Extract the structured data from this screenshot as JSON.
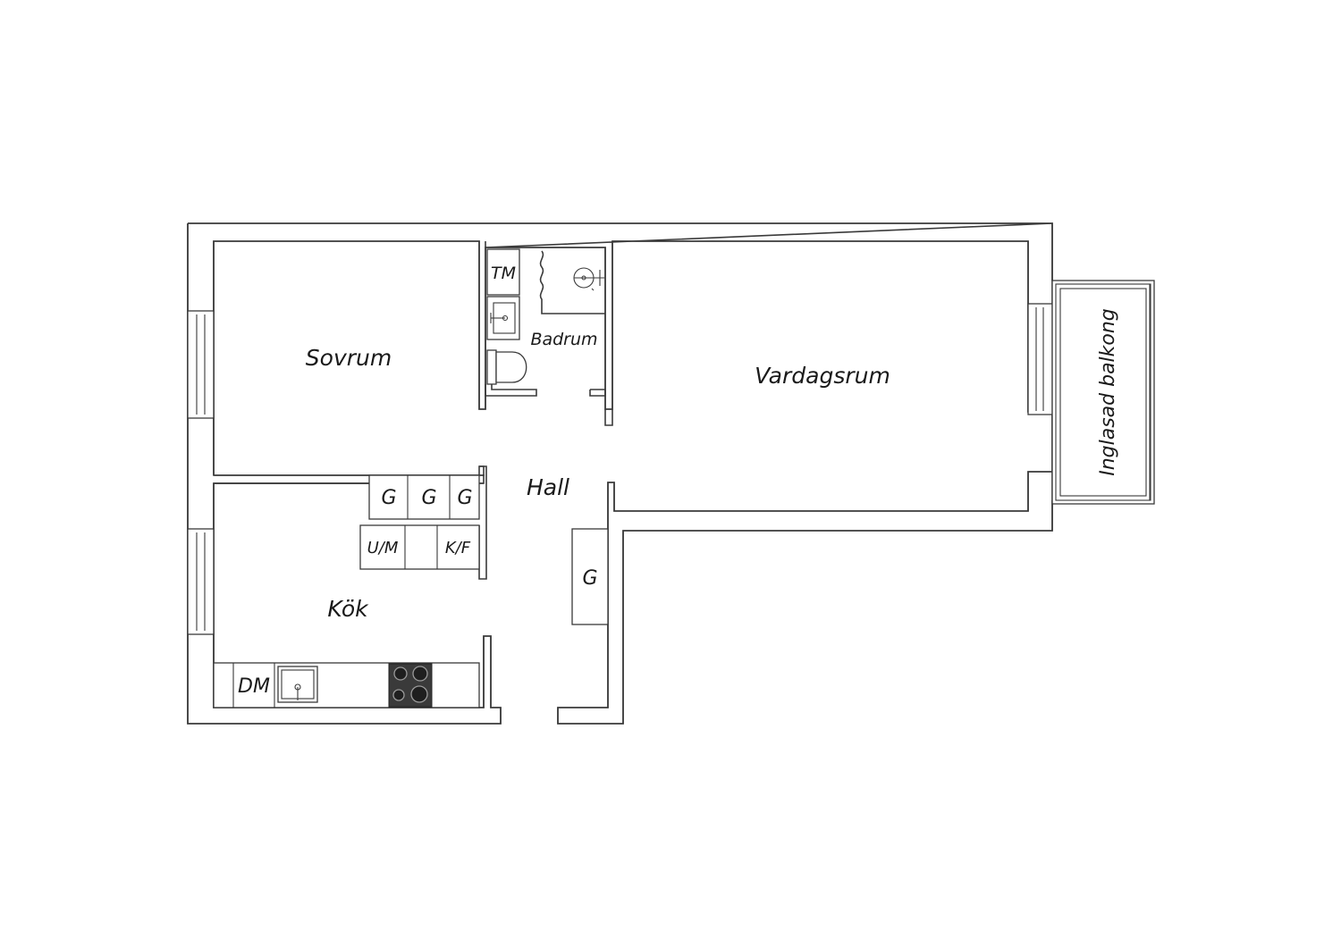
{
  "rooms": {
    "sovrum": "Sovrum",
    "badrum": "Badrum",
    "vardagsrum": "Vardagsrum",
    "hall": "Hall",
    "kok": "Kök",
    "balkong": "Inglasad balkong"
  },
  "fixtures": {
    "tm": "TM",
    "g1": "G",
    "g2": "G",
    "g3": "G",
    "um": "U/M",
    "kf": "K/F",
    "g_hall": "G",
    "dm": "DM"
  },
  "colors": {
    "wall_stroke": "#3a3a3a",
    "stove": "#3a3a3a"
  }
}
